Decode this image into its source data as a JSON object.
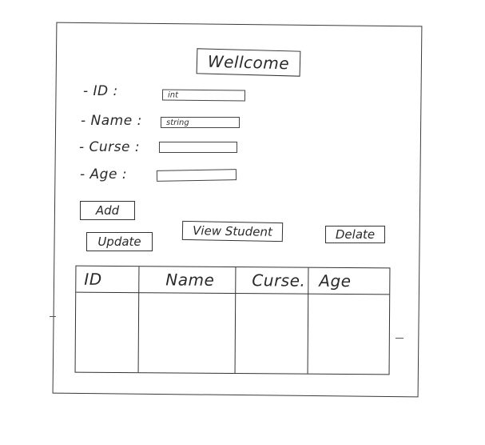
{
  "title": "Wellcome",
  "form": {
    "fields": [
      {
        "label": "- ID :",
        "placeholder": "int"
      },
      {
        "label": "- Name :",
        "placeholder": "string"
      },
      {
        "label": "- Curse :",
        "placeholder": ""
      },
      {
        "label": "- Age :",
        "placeholder": ""
      }
    ]
  },
  "buttons": {
    "add": "Add",
    "update": "Update",
    "view_student": "View Student",
    "delete": "Delate"
  },
  "table": {
    "columns": [
      "ID",
      "Name",
      "Curse.",
      "Age"
    ]
  }
}
